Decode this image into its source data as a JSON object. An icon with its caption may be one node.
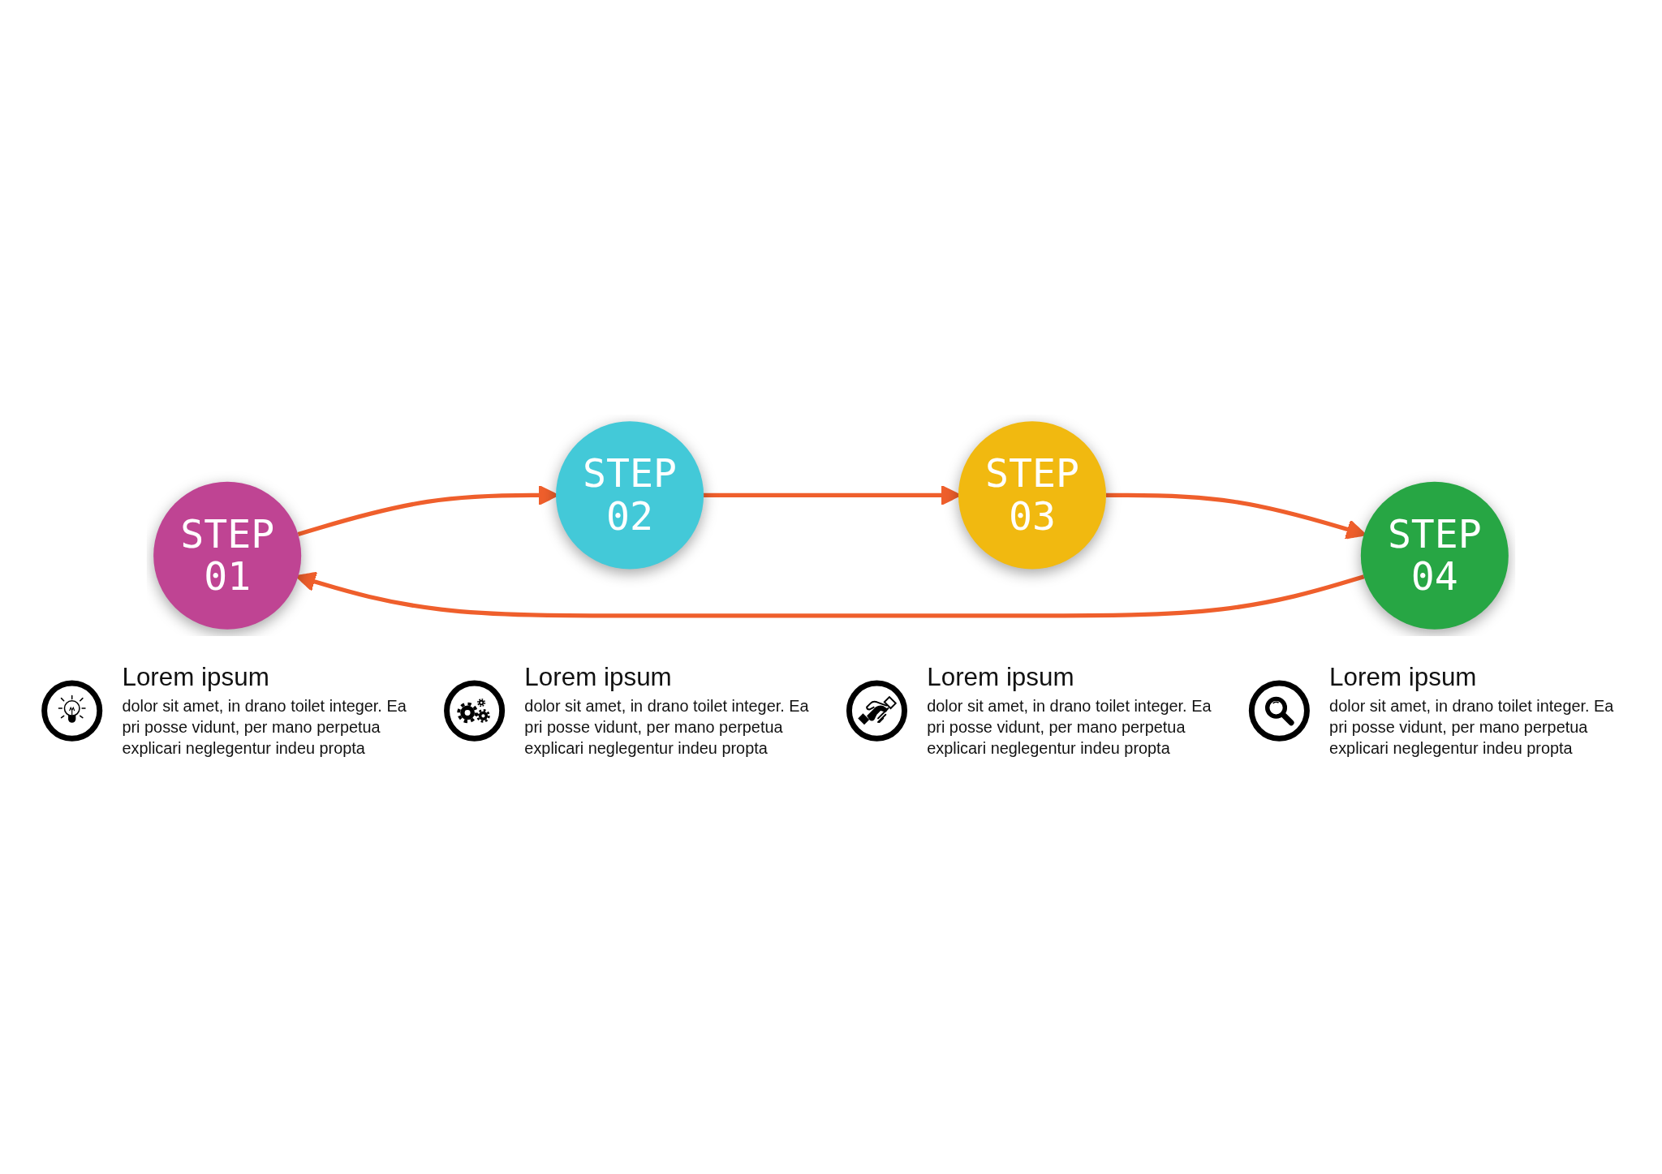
{
  "diagram": {
    "nodes": [
      {
        "text": [
          "STEP 01"
        ],
        "beside": [
          "Lorem ipsum",
          "dolor sit amet, in drano toilet integer. Ea pri posse vidunt, per mano perpetua explicari neglegentur indeu propta"
        ]
      },
      {
        "text": [
          "STEP 02"
        ],
        "beside": [
          "Lorem ipsum",
          "dolor sit amet, in drano toilet integer. Ea pri posse vidunt, per mano perpetua explicari neglegentur indeu propta"
        ]
      },
      {
        "text": [
          "STEP 03"
        ],
        "beside": [
          "Lorem ipsum",
          "dolor sit amet, in drano toilet integer. Ea pri posse vidunt, per mano perpetua explicari neglegentur indeu propta"
        ]
      },
      {
        "text": [
          "STEP 04"
        ],
        "beside": [
          "Lorem ipsum",
          "dolor sit amet, in drano toilet integer. Ea pri posse vidunt, per mano perpetua explicari neglegentur indeu propta"
        ]
      }
    ],
    "edges": [
      {
        "from": 0,
        "to": 1,
        "arrow": "to"
      },
      {
        "from": 1,
        "to": 2,
        "arrow": "to"
      },
      {
        "from": 2,
        "to": 3,
        "arrow": "to"
      },
      {
        "from": 3,
        "to": 0,
        "arrow": "to"
      }
    ]
  }
}
